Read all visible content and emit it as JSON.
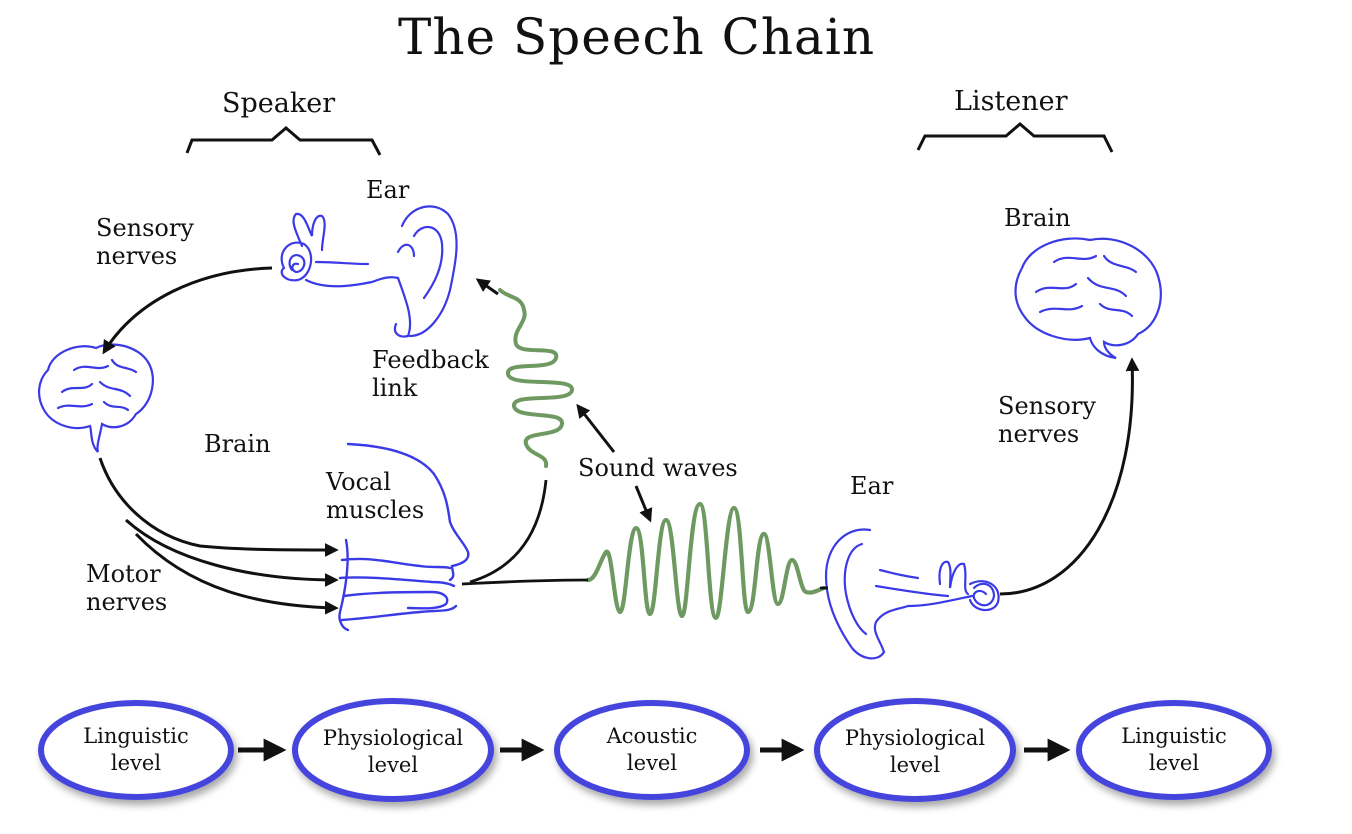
{
  "title": "The Speech Chain",
  "groups": {
    "speaker": "Speaker",
    "listener": "Listener"
  },
  "speaker": {
    "ear": "Ear",
    "sensory_nerves": [
      "Sensory",
      "nerves"
    ],
    "brain": "Brain",
    "feedback_link": [
      "Feedback",
      "link"
    ],
    "vocal_muscles": [
      "Vocal",
      "muscles"
    ],
    "motor_nerves": [
      "Motor",
      "nerves"
    ]
  },
  "medium": {
    "sound_waves": "Sound waves"
  },
  "listener": {
    "brain": "Brain",
    "sensory_nerves": [
      "Sensory",
      "nerves"
    ],
    "ear": "Ear"
  },
  "levels": [
    {
      "line1": "Linguistic",
      "line2": "level"
    },
    {
      "line1": "Physiological",
      "line2": "level"
    },
    {
      "line1": "Acoustic",
      "line2": "level"
    },
    {
      "line1": "Physiological",
      "line2": "level"
    },
    {
      "line1": "Linguistic",
      "line2": "level"
    }
  ],
  "colors": {
    "outline_blue": "#3a3ae6",
    "wave_green": "#6e9a62",
    "arrow_black": "#111111",
    "ellipse_blue": "#4444dd"
  }
}
